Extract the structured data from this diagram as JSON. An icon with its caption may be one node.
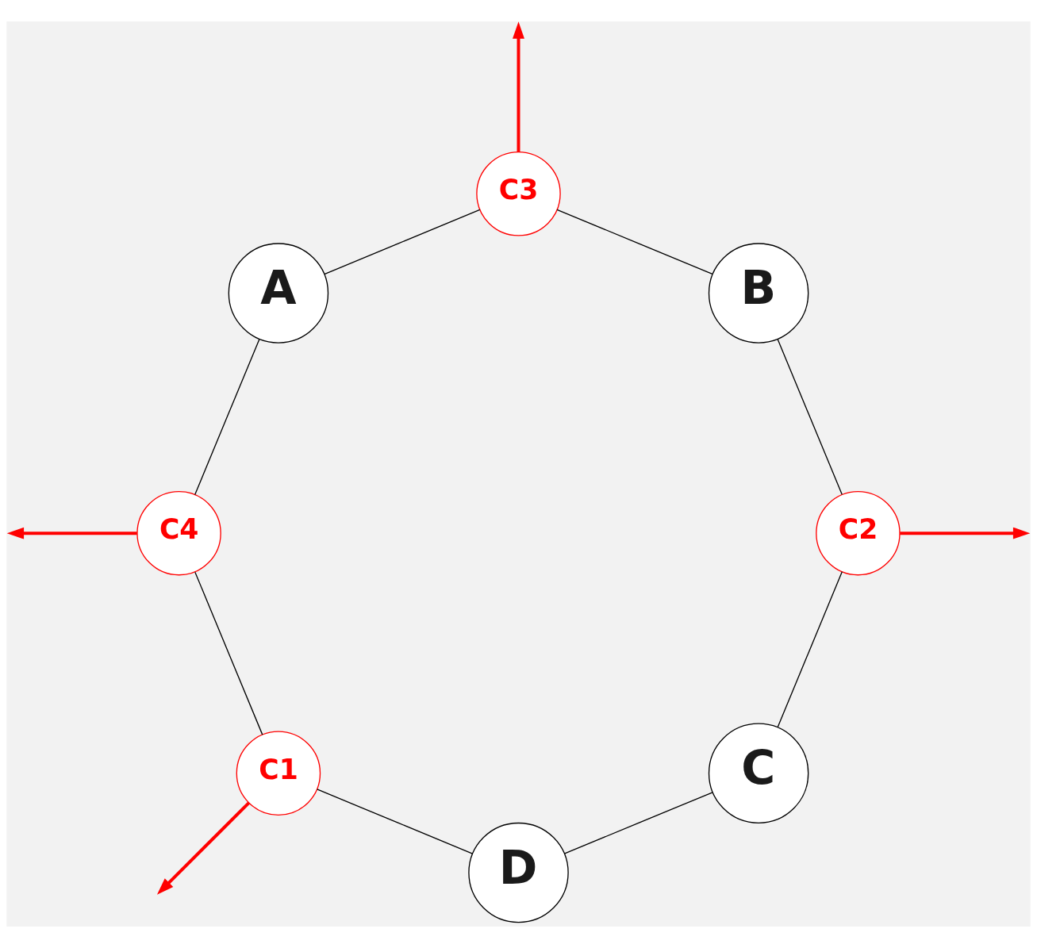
{
  "diagram": {
    "nodes": [
      {
        "text": [
          "C1"
        ]
      },
      {
        "text": [
          "C4"
        ]
      },
      {
        "text": [
          "D"
        ]
      },
      {
        "text": [
          "A"
        ]
      },
      {
        "text": [
          "C3"
        ]
      },
      {
        "text": [
          "B"
        ]
      },
      {
        "text": [
          "C"
        ]
      },
      {
        "text": [
          "C2"
        ]
      }
    ],
    "edges": [
      {
        "from": 2,
        "to": 0,
        "arrow": "none"
      },
      {
        "from": 0,
        "to": 1,
        "arrow": "none"
      },
      {
        "from": 1,
        "to": 3,
        "arrow": "none"
      },
      {
        "from": 3,
        "to": 4,
        "arrow": "none"
      },
      {
        "from": 4,
        "to": 5,
        "arrow": "none"
      },
      {
        "from": 5,
        "to": 7,
        "arrow": "none"
      },
      {
        "from": 7,
        "to": 6,
        "arrow": "none"
      },
      {
        "from": 6,
        "to": 2,
        "arrow": "none"
      },
      {
        "from": 0,
        "to": null,
        "arrow": "to",
        "style": "thick",
        "color": "#ff0000"
      },
      {
        "from": 1,
        "to": null,
        "arrow": "to",
        "style": "thick",
        "color": "#ff0000"
      },
      {
        "from": 4,
        "to": null,
        "arrow": "to",
        "style": "thick",
        "color": "#ff0000"
      },
      {
        "from": 7,
        "to": null,
        "arrow": "to",
        "style": "thick",
        "color": "#ff0000"
      }
    ]
  }
}
